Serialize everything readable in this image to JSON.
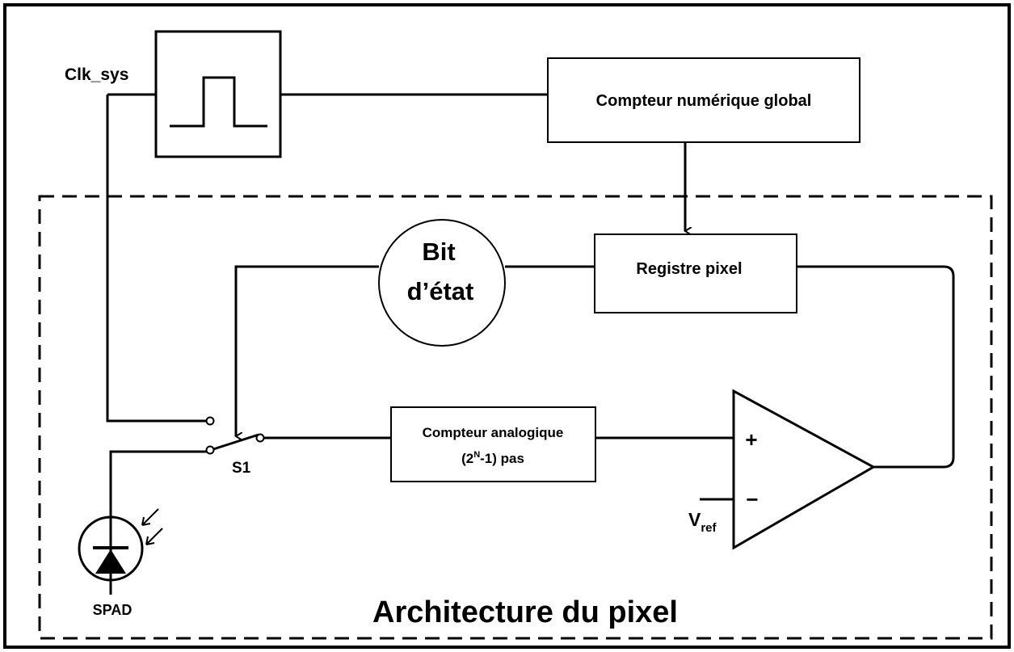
{
  "labels": {
    "clk": "Clk_sys",
    "global_counter": "Compteur numérique global",
    "state_bit_line1": "Bit",
    "state_bit_line2": "d’état",
    "pixel_register": "Registre pixel",
    "analog_counter_line1": "Compteur analogique",
    "analog_counter_line2_pre": "(2",
    "analog_counter_line2_sup": "N",
    "analog_counter_line2_post": "-1) pas",
    "switch": "S1",
    "vref_main": "V",
    "vref_sub": "ref",
    "plus": "+",
    "minus": "−",
    "spad": "SPAD",
    "pixel_architecture": "Architecture du pixel"
  }
}
